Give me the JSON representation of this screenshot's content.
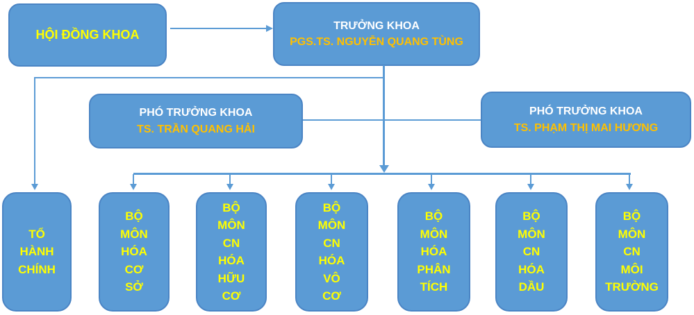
{
  "diagram": {
    "type": "org-chart",
    "colors": {
      "box_fill": "#5b9bd5",
      "box_border": "#4a84c4",
      "connector": "#5b9bd5",
      "title_text": "#ffffff",
      "name_text": "#ffc000",
      "label_text": "#ffff00",
      "background": "#ffffff"
    },
    "nodes": {
      "hoi_dong_khoa": {
        "title": "HỘI ĐỒNG KHOA"
      },
      "truong_khoa": {
        "title": "TRƯỞNG KHOA",
        "name": "PGS.TS. NGUYỄN QUANG TÙNG"
      },
      "pho_truong_khoa_trai": {
        "title": "PHÓ TRƯỞNG KHOA",
        "name": "TS. TRẦN QUANG HẢI"
      },
      "pho_truong_khoa_phai": {
        "title": "PHÓ TRƯỞNG KHOA",
        "name": "TS. PHẠM THỊ MAI HƯƠNG"
      },
      "departments": [
        {
          "label": "TỔ\nHÀNH\nCHÍNH"
        },
        {
          "label": "BỘ\nMÔN\nHÓA\nCƠ\nSỞ"
        },
        {
          "label": "BỘ\nMÔN\nCN\nHÓA\nHỮU\nCƠ"
        },
        {
          "label": "BỘ\nMÔN\nCN\nHÓA\nVÔ\nCƠ"
        },
        {
          "label": "BỘ\nMÔN\nHÓA\nPHÂN\nTÍCH"
        },
        {
          "label": "BỘ\nMÔN\nCN\nHÓA\nDẦU"
        },
        {
          "label": "BỘ\nMÔN\nCN\nMÔI\nTRƯỜNG"
        }
      ]
    }
  }
}
